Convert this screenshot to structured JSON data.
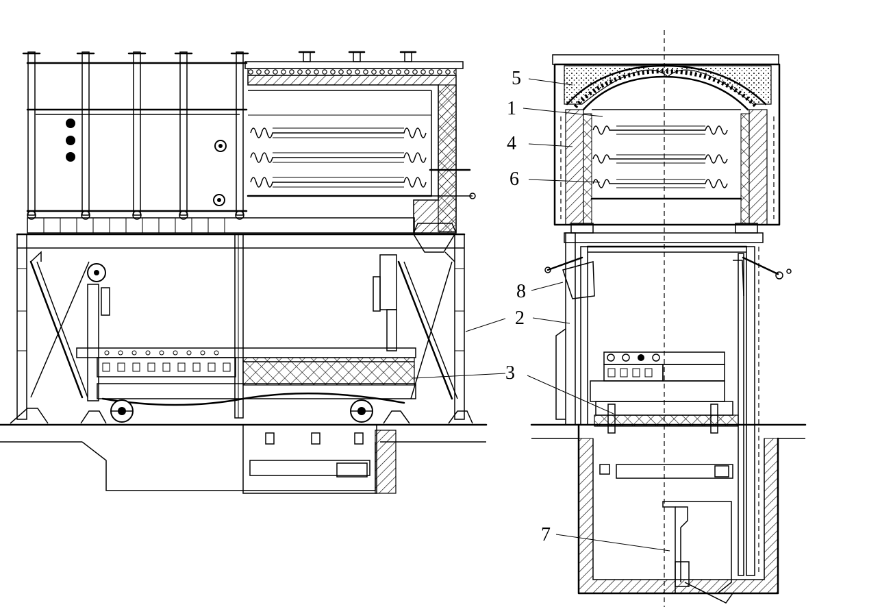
{
  "figure": {
    "callouts": [
      {
        "id": "c5",
        "text": "5"
      },
      {
        "id": "c1",
        "text": "1"
      },
      {
        "id": "c4",
        "text": "4"
      },
      {
        "id": "c6",
        "text": "6"
      },
      {
        "id": "c8",
        "text": "8"
      },
      {
        "id": "c2",
        "text": "2"
      },
      {
        "id": "c3",
        "text": "3"
      },
      {
        "id": "c7",
        "text": "7"
      }
    ],
    "colors": {
      "ink": "#000000",
      "paper": "#ffffff"
    }
  }
}
